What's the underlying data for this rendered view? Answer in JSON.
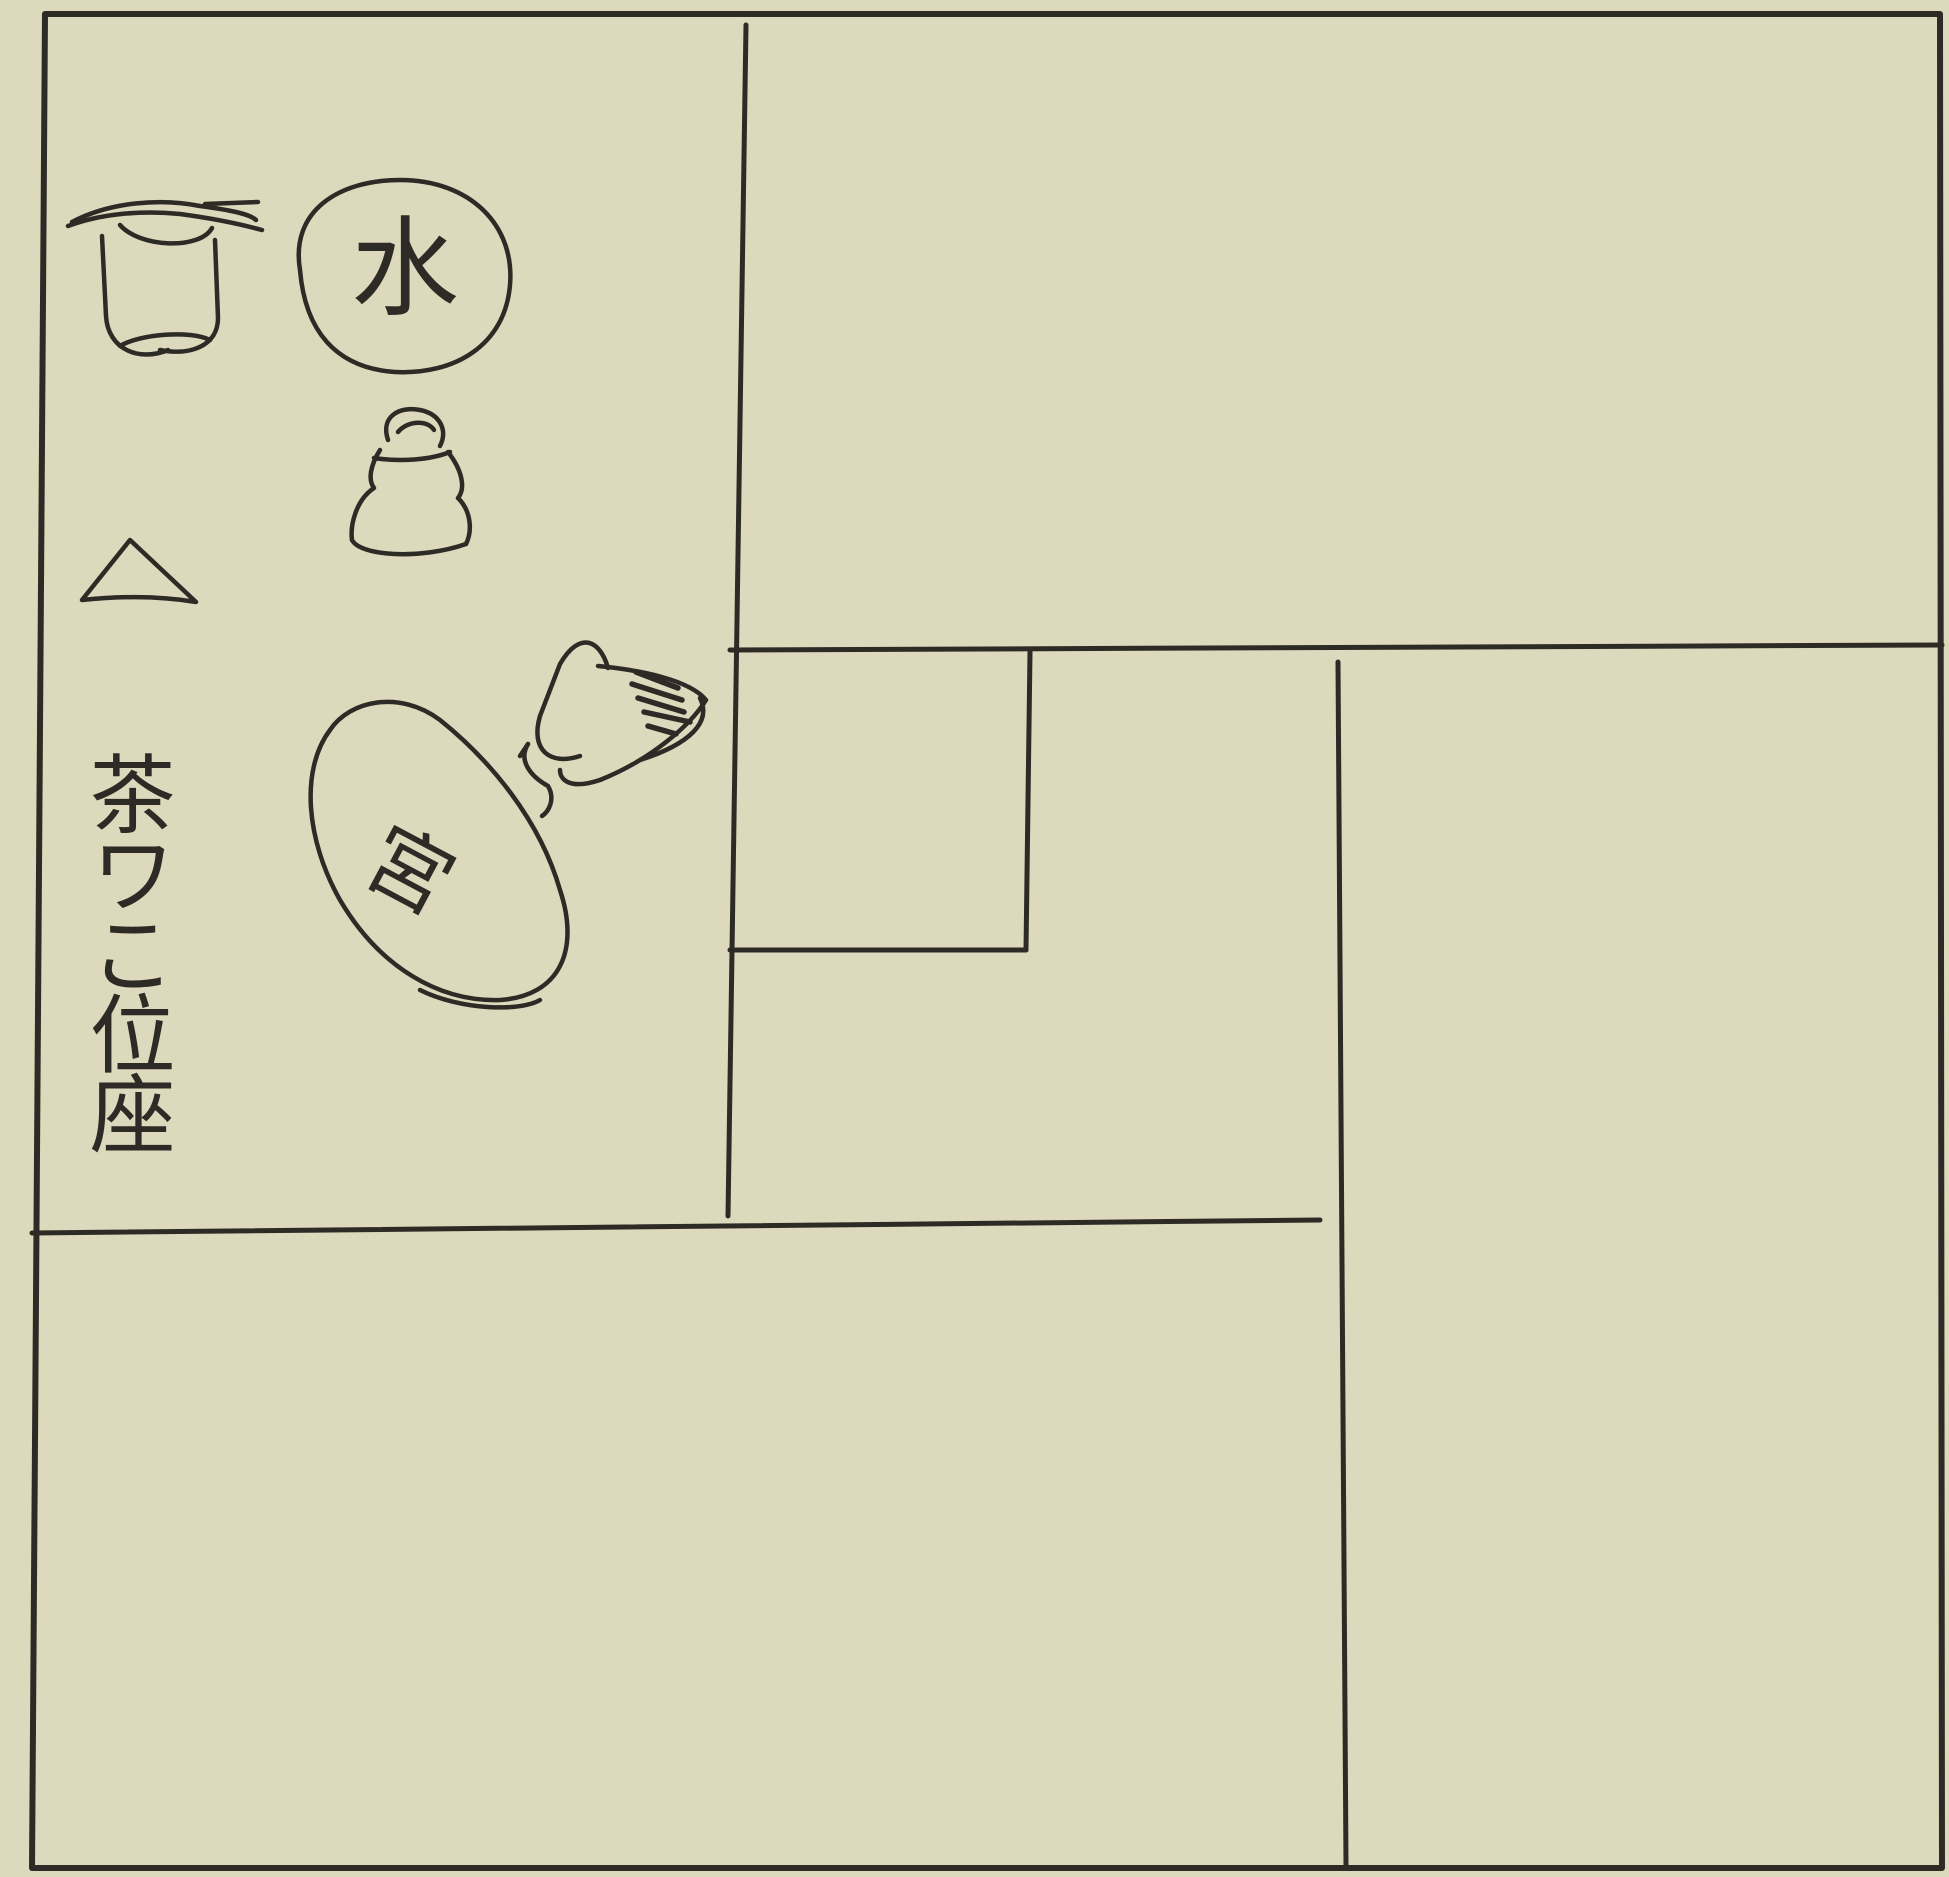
{
  "diagram": {
    "colors": {
      "paper": "#ddd9bc",
      "ink": "#2e2b26"
    },
    "utensils": {
      "water_jar_label": "水",
      "tray_label": "宮",
      "icons": [
        "water-jar-icon",
        "tea-caddy-icon",
        "ladle-rest-icon",
        "tea-whisk-icon",
        "tray-icon",
        "tea-bowl-icon"
      ]
    },
    "seat_label": "茶ワこ位座"
  }
}
